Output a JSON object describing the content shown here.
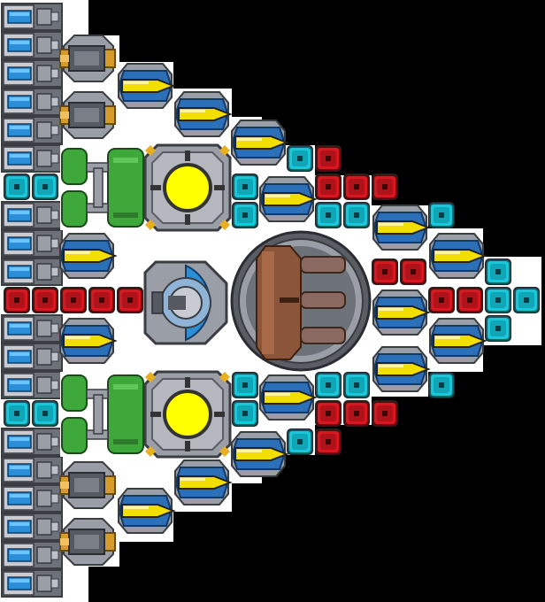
{
  "ship": {
    "colors": {
      "background": "#000000",
      "hull": "#ffffff",
      "armor": "#9a9ea6",
      "armor_dark": "#555a62",
      "battery": "#2a8fd6",
      "shield_cell": "#18c8d8",
      "damage_cell": "#d81820",
      "reactor_core": "#ffff00",
      "tank_green": "#3fa83a",
      "cannon_bronze": "#8a5538",
      "thruster_gold": "#d49a2a",
      "laser_yellow": "#f2de00"
    },
    "module_types": [
      "battery",
      "laser-turret",
      "thruster",
      "shield-cell",
      "damage-cell",
      "reactor",
      "fuel-tank",
      "command-pod",
      "main-cannon"
    ]
  }
}
